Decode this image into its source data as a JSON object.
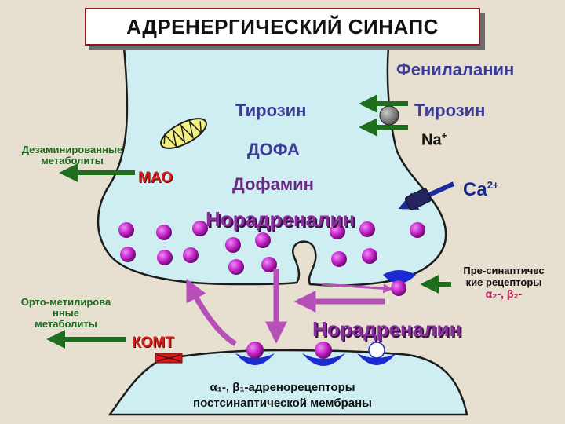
{
  "title": "АДРЕНЕРГИЧЕСКИЙ СИНАПС",
  "labels": {
    "phenylalanine": "Фенилаланин",
    "tyrosine_inside": "Тирозин",
    "tyrosine_outside": "Тирозин",
    "dopa": "ДОФА",
    "dopamine": "Дофамин",
    "norepinephrine_presynaptic": "Норадреналин",
    "norepinephrine_cleft": "Норадреналин",
    "sodium": "Na",
    "sodium_charge": "+",
    "calcium": "Ca",
    "calcium_charge": "2+",
    "mao": "МАО",
    "comt": "КОМТ",
    "deaminated_line1": "Дезаминированные",
    "deaminated_line2": "метаболиты",
    "orthomethylated_line1": "Орто-метилирова",
    "orthomethylated_line2": "нные",
    "orthomethylated_line3": "метаболиты",
    "presynaptic_receptors_line1": "Пре-синаптичес",
    "presynaptic_receptors_line2": "кие рецепторы",
    "presynaptic_receptors_types": "α₂-, β₂-",
    "postsynaptic_receptors_line1": "α₁-, β₁-адренорецепторы",
    "postsynaptic_receptors_line2": "постсинаптической мембраны"
  },
  "colors": {
    "background": "#e7dfd0",
    "terminal_fill": "#cfeef1",
    "vesicle": "#c21fc7",
    "arrow_green": "#1e6e1e",
    "arrow_violet": "#b64fb8",
    "receptor_blue": "#1b2bd0",
    "title_border": "#8b1a1a"
  }
}
